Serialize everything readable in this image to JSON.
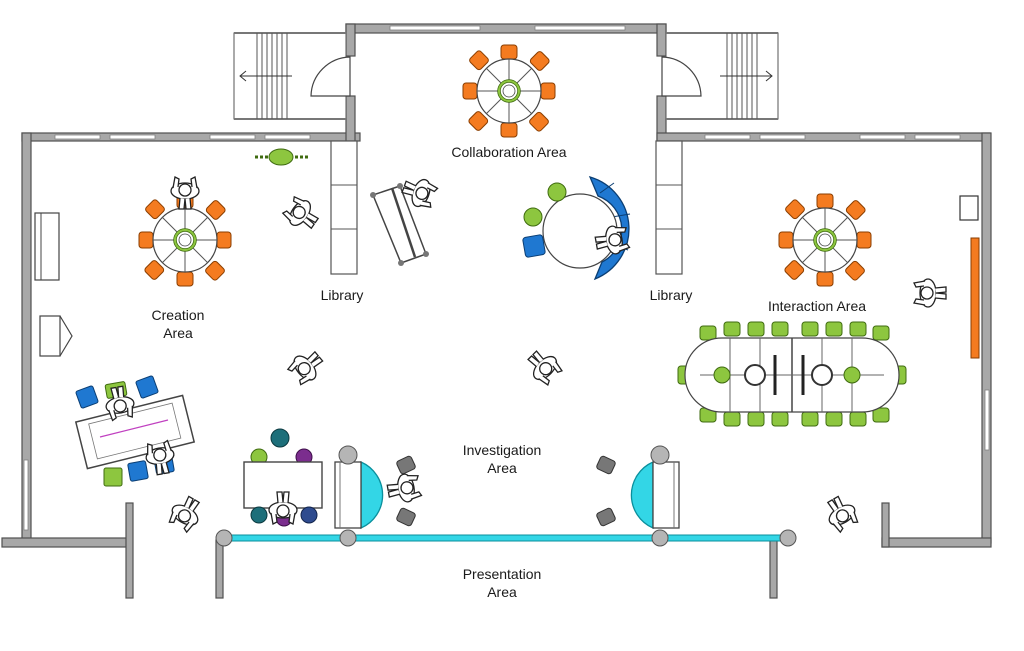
{
  "areas": {
    "collaboration": "Collaboration Area",
    "library_left": "Library",
    "library_right": "Library",
    "creation_line1": "Creation",
    "creation_line2": "Area",
    "interaction": "Interaction Area",
    "investigation_line1": "Investigation",
    "investigation_line2": "Area",
    "presentation_line1": "Presentation",
    "presentation_line2": "Area"
  },
  "colors": {
    "chair_orange": "#f47b20",
    "chair_lime": "#8dc63f",
    "chair_blue": "#1f78d1",
    "teal_stool": "#1d6f7a",
    "purple_stool": "#7b2d8e",
    "navy_stool": "#2e4b8f",
    "cyan_stage": "#33d6e6",
    "grey_chair": "#777777",
    "wall": "#a8a8a8"
  },
  "icons": [
    "stairs-icon",
    "door-swing-icon",
    "round-table-icon",
    "person-icon",
    "bookshelf-icon",
    "chair-icon"
  ]
}
